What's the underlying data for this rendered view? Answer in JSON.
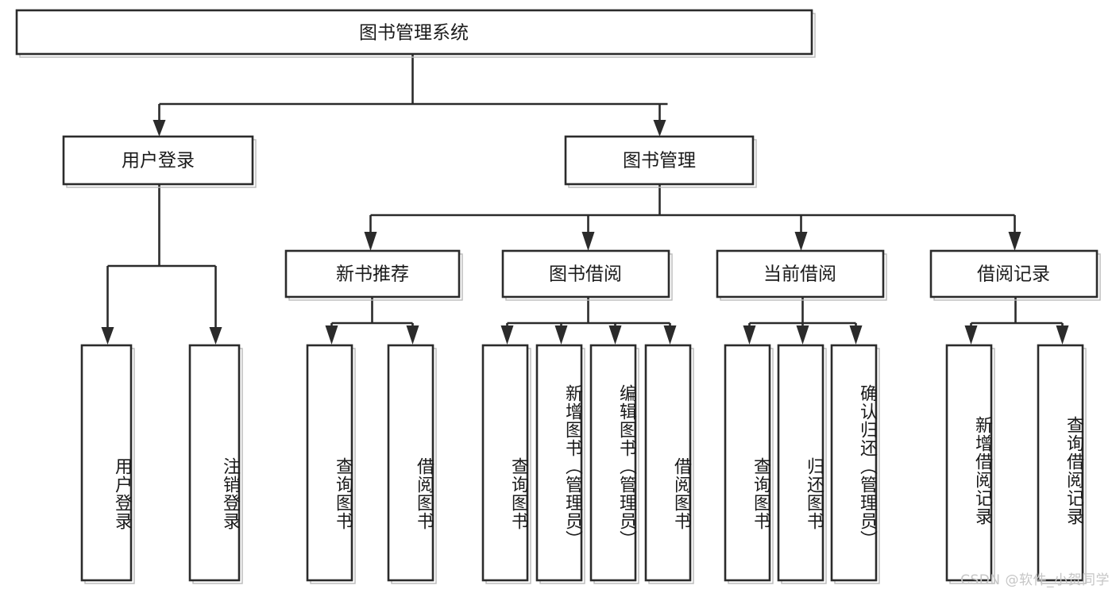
{
  "diagram": {
    "title": "图书管理系统",
    "type": "hierarchy-tree",
    "watermark": "CSDN @软件_小贺同学",
    "colors": {
      "stroke": "#2b2b2b",
      "fill": "#ffffff",
      "text": "#1a1a1a",
      "watermark": "#c6c6c6"
    },
    "levels": {
      "level1": [
        {
          "id": "root",
          "label": "图书管理系统",
          "orientation": "horizontal"
        }
      ],
      "level2": [
        {
          "id": "user-login",
          "label": "用户登录",
          "orientation": "horizontal"
        },
        {
          "id": "book-manage",
          "label": "图书管理",
          "orientation": "horizontal"
        }
      ],
      "level3": [
        {
          "id": "new-book-rec",
          "label": "新书推荐",
          "orientation": "horizontal"
        },
        {
          "id": "book-borrow",
          "label": "图书借阅",
          "orientation": "horizontal"
        },
        {
          "id": "current-borrow",
          "label": "当前借阅",
          "orientation": "horizontal"
        },
        {
          "id": "borrow-record",
          "label": "借阅记录",
          "orientation": "horizontal"
        }
      ],
      "leaves": [
        {
          "id": "leaf-user-login",
          "label": "用户登录",
          "parent": "user-login",
          "orientation": "vertical"
        },
        {
          "id": "leaf-logout",
          "label": "注销登录",
          "parent": "user-login",
          "orientation": "vertical"
        },
        {
          "id": "leaf-query-book-1",
          "label": "查询图书",
          "parent": "new-book-rec",
          "orientation": "vertical"
        },
        {
          "id": "leaf-borrow-book-1",
          "label": "借阅图书",
          "parent": "new-book-rec",
          "orientation": "vertical"
        },
        {
          "id": "leaf-query-book-2",
          "label": "查询图书",
          "parent": "book-borrow",
          "orientation": "vertical"
        },
        {
          "id": "leaf-add-book",
          "label": "新增图书（管理员）",
          "parent": "book-borrow",
          "orientation": "vertical"
        },
        {
          "id": "leaf-edit-book",
          "label": "编辑图书（管理员）",
          "parent": "book-borrow",
          "orientation": "vertical"
        },
        {
          "id": "leaf-borrow-book-2",
          "label": "借阅图书",
          "parent": "book-borrow",
          "orientation": "vertical"
        },
        {
          "id": "leaf-query-book-3",
          "label": "查询图书",
          "parent": "current-borrow",
          "orientation": "vertical"
        },
        {
          "id": "leaf-return-book",
          "label": "归还图书",
          "parent": "current-borrow",
          "orientation": "vertical"
        },
        {
          "id": "leaf-confirm-return",
          "label": "确认归还（管理员）",
          "parent": "current-borrow",
          "orientation": "vertical"
        },
        {
          "id": "leaf-add-record",
          "label": "新增借阅记录",
          "parent": "borrow-record",
          "orientation": "vertical"
        },
        {
          "id": "leaf-query-record",
          "label": "查询借阅记录",
          "parent": "borrow-record",
          "orientation": "vertical"
        }
      ]
    }
  }
}
